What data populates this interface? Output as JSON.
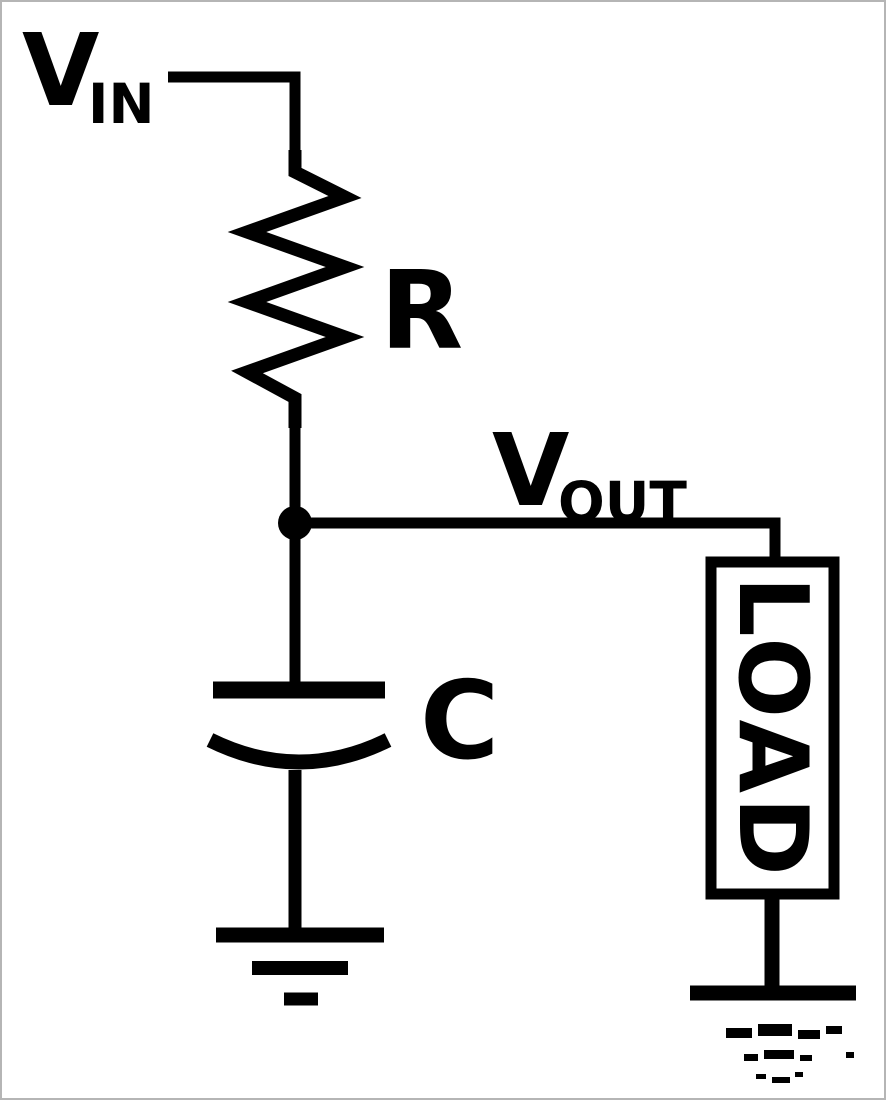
{
  "diagram": {
    "type": "circuit-schematic",
    "labels": {
      "vin": {
        "main": "V",
        "sub": "IN"
      },
      "vout": {
        "main": "V",
        "sub": "OUT"
      },
      "resistor": "R",
      "capacitor": "C",
      "load": "LOAD"
    },
    "colors": {
      "stroke": "#000000",
      "background": "#ffffff",
      "border": "#b5b5b5"
    }
  }
}
